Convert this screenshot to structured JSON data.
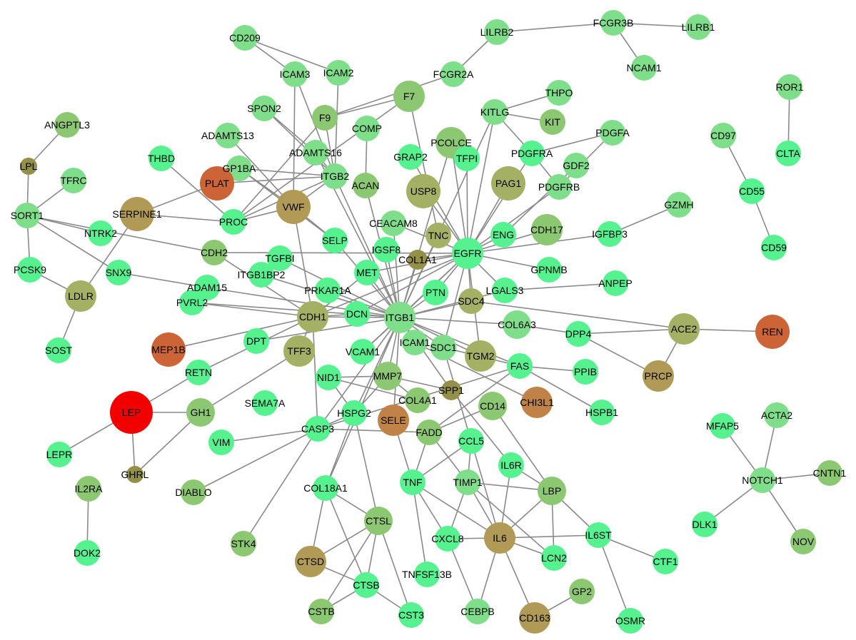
{
  "palette": {
    "bright": "#55f28f",
    "light": "#7ede8a",
    "mid": "#8cc872",
    "olive": "#a4b064",
    "khaki": "#b09a56",
    "brown": "#c08246",
    "rust": "#cc6438",
    "red": "#f20000",
    "dark": "#94904a",
    "edge": "#8a8a8a"
  },
  "nodes": [
    {
      "id": "CD209",
      "color": "light"
    },
    {
      "id": "ICAM3",
      "color": "light"
    },
    {
      "id": "ICAM2",
      "color": "light"
    },
    {
      "id": "LILRB2",
      "color": "light"
    },
    {
      "id": "FCGR3B",
      "color": "light"
    },
    {
      "id": "LILRB1",
      "color": "light"
    },
    {
      "id": "NCAM1",
      "color": "light"
    },
    {
      "id": "F7",
      "color": "mid"
    },
    {
      "id": "FCGR2A",
      "color": "light"
    },
    {
      "id": "THPO",
      "color": "light"
    },
    {
      "id": "KITLG",
      "color": "light"
    },
    {
      "id": "KIT",
      "color": "mid"
    },
    {
      "id": "ROR1",
      "color": "light"
    },
    {
      "id": "CLTA",
      "color": "bright"
    },
    {
      "id": "ANGPTL3",
      "color": "mid"
    },
    {
      "id": "SPON2",
      "color": "light"
    },
    {
      "id": "F9",
      "color": "mid"
    },
    {
      "id": "COMP",
      "color": "light"
    },
    {
      "id": "PCOLCE",
      "color": "mid"
    },
    {
      "id": "PDGFA",
      "color": "light"
    },
    {
      "id": "CD97",
      "color": "light"
    },
    {
      "id": "ADAMTS13",
      "color": "light"
    },
    {
      "id": "ADAMTS16",
      "color": "light"
    },
    {
      "id": "GRAP2",
      "color": "bright"
    },
    {
      "id": "TFPI",
      "color": "bright"
    },
    {
      "id": "PDGFRA",
      "color": "bright"
    },
    {
      "id": "GDF2",
      "color": "light"
    },
    {
      "id": "THBD",
      "color": "bright"
    },
    {
      "id": "LPL",
      "color": "dark"
    },
    {
      "id": "TFRC",
      "color": "light"
    },
    {
      "id": "GP1BA",
      "color": "light"
    },
    {
      "id": "PLAT",
      "color": "rust"
    },
    {
      "id": "ITGB2",
      "color": "light"
    },
    {
      "id": "ACAN",
      "color": "mid"
    },
    {
      "id": "USP8",
      "color": "olive"
    },
    {
      "id": "PAG1",
      "color": "olive"
    },
    {
      "id": "PDGFRB",
      "color": "light"
    },
    {
      "id": "CD55",
      "color": "bright"
    },
    {
      "id": "GZMH",
      "color": "light"
    },
    {
      "id": "SORT1",
      "color": "light"
    },
    {
      "id": "SERPINE1",
      "color": "khaki"
    },
    {
      "id": "PROC",
      "color": "bright"
    },
    {
      "id": "VWF",
      "color": "khaki"
    },
    {
      "id": "CEACAM8",
      "color": "light"
    },
    {
      "id": "TNC",
      "color": "olive"
    },
    {
      "id": "NTRK2",
      "color": "bright"
    },
    {
      "id": "SELP",
      "color": "bright"
    },
    {
      "id": "ENG",
      "color": "bright"
    },
    {
      "id": "CDH17",
      "color": "mid"
    },
    {
      "id": "IGFBP3",
      "color": "bright"
    },
    {
      "id": "EGFR",
      "color": "bright"
    },
    {
      "id": "CDH2",
      "color": "mid"
    },
    {
      "id": "TGFBI",
      "color": "bright"
    },
    {
      "id": "IGSF8",
      "color": "bright"
    },
    {
      "id": "COL1A1",
      "color": "dark"
    },
    {
      "id": "CD59",
      "color": "bright"
    },
    {
      "id": "PCSK9",
      "color": "bright"
    },
    {
      "id": "SNX9",
      "color": "bright"
    },
    {
      "id": "ITGB1BP2",
      "color": "bright"
    },
    {
      "id": "MET",
      "color": "bright"
    },
    {
      "id": "GPNMB",
      "color": "bright"
    },
    {
      "id": "ITGB1",
      "color": "light"
    },
    {
      "id": "ADAM15",
      "color": "bright"
    },
    {
      "id": "PRKAR1A",
      "color": "bright"
    },
    {
      "id": "LDLR",
      "color": "olive"
    },
    {
      "id": "ANPEP",
      "color": "bright"
    },
    {
      "id": "PTN",
      "color": "bright"
    },
    {
      "id": "LGALS3",
      "color": "bright"
    },
    {
      "id": "SDC4",
      "color": "olive"
    },
    {
      "id": "DCN",
      "color": "bright"
    },
    {
      "id": "CDH1",
      "color": "olive"
    },
    {
      "id": "PVRL2",
      "color": "bright"
    },
    {
      "id": "COL6A3",
      "color": "light"
    },
    {
      "id": "DPP4",
      "color": "bright"
    },
    {
      "id": "ACE2",
      "color": "olive"
    },
    {
      "id": "REN",
      "color": "rust"
    },
    {
      "id": "SOST",
      "color": "bright"
    },
    {
      "id": "MEP1B",
      "color": "rust"
    },
    {
      "id": "DPT",
      "color": "bright"
    },
    {
      "id": "TFF3",
      "color": "olive"
    },
    {
      "id": "VCAM1",
      "color": "bright"
    },
    {
      "id": "ICAM1",
      "color": "light"
    },
    {
      "id": "SDC1",
      "color": "light"
    },
    {
      "id": "TGM2",
      "color": "olive"
    },
    {
      "id": "FAS",
      "color": "bright"
    },
    {
      "id": "PPIB",
      "color": "bright"
    },
    {
      "id": "PRCP",
      "color": "khaki"
    },
    {
      "id": "RETN",
      "color": "bright"
    },
    {
      "id": "NID1",
      "color": "bright"
    },
    {
      "id": "MMP7",
      "color": "mid"
    },
    {
      "id": "SPP1",
      "color": "dark"
    },
    {
      "id": "CHI3L1",
      "color": "brown"
    },
    {
      "id": "CD14",
      "color": "mid"
    },
    {
      "id": "SEMA7A",
      "color": "bright"
    },
    {
      "id": "HSPG2",
      "color": "bright"
    },
    {
      "id": "SELE",
      "color": "brown"
    },
    {
      "id": "COL4A1",
      "color": "mid"
    },
    {
      "id": "HSPB1",
      "color": "bright"
    },
    {
      "id": "LEP",
      "color": "red"
    },
    {
      "id": "GH1",
      "color": "mid"
    },
    {
      "id": "CASP3",
      "color": "bright"
    },
    {
      "id": "FADD",
      "color": "mid"
    },
    {
      "id": "MFAP5",
      "color": "bright"
    },
    {
      "id": "ACTA2",
      "color": "light"
    },
    {
      "id": "VIM",
      "color": "bright"
    },
    {
      "id": "CCL5",
      "color": "bright"
    },
    {
      "id": "LEPR",
      "color": "bright"
    },
    {
      "id": "GHRL",
      "color": "dark"
    },
    {
      "id": "IL6R",
      "color": "bright"
    },
    {
      "id": "NOTCH1",
      "color": "light"
    },
    {
      "id": "CNTN1",
      "color": "mid"
    },
    {
      "id": "TNF",
      "color": "bright"
    },
    {
      "id": "TIMP1",
      "color": "light"
    },
    {
      "id": "LBP",
      "color": "mid"
    },
    {
      "id": "DIABLO",
      "color": "mid"
    },
    {
      "id": "COL18A1",
      "color": "bright"
    },
    {
      "id": "IL2RA",
      "color": "mid"
    },
    {
      "id": "CTSL",
      "color": "mid"
    },
    {
      "id": "DLK1",
      "color": "bright"
    },
    {
      "id": "CXCL8",
      "color": "bright"
    },
    {
      "id": "IL6",
      "color": "khaki"
    },
    {
      "id": "IL6ST",
      "color": "bright"
    },
    {
      "id": "LCN2",
      "color": "bright"
    },
    {
      "id": "NOV",
      "color": "mid"
    },
    {
      "id": "STK4",
      "color": "mid"
    },
    {
      "id": "CTSD",
      "color": "khaki"
    },
    {
      "id": "DOK2",
      "color": "bright"
    },
    {
      "id": "CTSB",
      "color": "bright"
    },
    {
      "id": "TNFSF13B",
      "color": "bright"
    },
    {
      "id": "CTF1",
      "color": "bright"
    },
    {
      "id": "GP2",
      "color": "mid"
    },
    {
      "id": "CSTB",
      "color": "mid"
    },
    {
      "id": "CST3",
      "color": "bright"
    },
    {
      "id": "CEBPB",
      "color": "light"
    },
    {
      "id": "CD163",
      "color": "khaki"
    },
    {
      "id": "OSMR",
      "color": "bright"
    }
  ],
  "edges": [
    [
      "CD209",
      "ICAM3"
    ],
    [
      "CD209",
      "ICAM2"
    ],
    [
      "ICAM3",
      "ITGB2"
    ],
    [
      "ICAM2",
      "ITGB2"
    ],
    [
      "ICAM3",
      "VWF"
    ],
    [
      "LILRB2",
      "FCGR3B"
    ],
    [
      "FCGR3B",
      "LILRB1"
    ],
    [
      "FCGR3B",
      "NCAM1"
    ],
    [
      "LILRB2",
      "FCGR2A"
    ],
    [
      "FCGR2A",
      "F9"
    ],
    [
      "F7",
      "F9"
    ],
    [
      "F7",
      "TNC"
    ],
    [
      "F7",
      "PROC"
    ],
    [
      "F9",
      "PROC"
    ],
    [
      "F9",
      "ITGB2"
    ],
    [
      "KITLG",
      "THPO"
    ],
    [
      "KITLG",
      "KIT"
    ],
    [
      "KITLG",
      "PDGFRA"
    ],
    [
      "KITLG",
      "EGFR"
    ],
    [
      "KITLG",
      "ITGB1"
    ],
    [
      "ROR1",
      "CLTA"
    ],
    [
      "CD97",
      "CD55"
    ],
    [
      "CD55",
      "CD59"
    ],
    [
      "ANGPTL3",
      "LPL"
    ],
    [
      "LPL",
      "SORT1"
    ],
    [
      "SORT1",
      "TFRC"
    ],
    [
      "SORT1",
      "NTRK2"
    ],
    [
      "SORT1",
      "PCSK9"
    ],
    [
      "SORT1",
      "SNX9"
    ],
    [
      "SORT1",
      "CDH2"
    ],
    [
      "SNX9",
      "ADAM15"
    ],
    [
      "PCSK9",
      "LDLR"
    ],
    [
      "LDLR",
      "SOST"
    ],
    [
      "LDLR",
      "SERPINE1"
    ],
    [
      "SPON2",
      "ADAMTS16"
    ],
    [
      "ADAMTS13",
      "VWF"
    ],
    [
      "ADAMTS16",
      "ITGB2"
    ],
    [
      "SPON2",
      "ITGB2"
    ],
    [
      "ADAMTS16",
      "ITGB1"
    ],
    [
      "COMP",
      "ACAN"
    ],
    [
      "GRAP2",
      "EGFR"
    ],
    [
      "TFPI",
      "EGFR"
    ],
    [
      "PDGFA",
      "PDGFRA"
    ],
    [
      "PDGFA",
      "PDGFRB"
    ],
    [
      "PDGFRA",
      "EGFR"
    ],
    [
      "PDGFRB",
      "EGFR"
    ],
    [
      "GDF2",
      "ENG"
    ],
    [
      "PDGFRA",
      "PDGFRB"
    ],
    [
      "PCOLCE",
      "EGFR"
    ],
    [
      "PCOLCE",
      "ITGB1"
    ],
    [
      "THBD",
      "PROC"
    ],
    [
      "PLAT",
      "SERPINE1"
    ],
    [
      "PLAT",
      "ITGB2"
    ],
    [
      "SERPINE1",
      "PROC"
    ],
    [
      "GP1BA",
      "VWF"
    ],
    [
      "GP1BA",
      "SELP"
    ],
    [
      "GP1BA",
      "ITGB2"
    ],
    [
      "VWF",
      "ITGB2"
    ],
    [
      "VWF",
      "SELP"
    ],
    [
      "VWF",
      "CDH1"
    ],
    [
      "PROC",
      "ITGB2"
    ],
    [
      "PROC",
      "VWF"
    ],
    [
      "USP8",
      "EGFR"
    ],
    [
      "PAG1",
      "EGFR"
    ],
    [
      "CDH17",
      "EGFR"
    ],
    [
      "ENG",
      "EGFR"
    ],
    [
      "IGFBP3",
      "EGFR"
    ],
    [
      "GZMH",
      "IGFBP3"
    ],
    [
      "GPNMB",
      "EGFR"
    ],
    [
      "CEACAM8",
      "EGFR"
    ],
    [
      "LGALS3",
      "ANPEP"
    ],
    [
      "LGALS3",
      "EGFR"
    ],
    [
      "LGALS3",
      "ITGB1"
    ],
    [
      "EGFR",
      "ITGB1"
    ],
    [
      "EGFR",
      "MET"
    ],
    [
      "EGFR",
      "CDH1"
    ],
    [
      "EGFR",
      "SDC4"
    ],
    [
      "EGFR",
      "PTN"
    ],
    [
      "EGFR",
      "COL1A1"
    ],
    [
      "EGFR",
      "DCN"
    ],
    [
      "EGFR",
      "CDH2"
    ],
    [
      "EGFR",
      "TGM2"
    ],
    [
      "EGFR",
      "SDC1"
    ],
    [
      "EGFR",
      "VCAM1"
    ],
    [
      "ITGB1",
      "ITGB2"
    ],
    [
      "ITGB1",
      "ACAN"
    ],
    [
      "ITGB1",
      "CEACAM8"
    ],
    [
      "ITGB1",
      "TNC"
    ],
    [
      "ITGB1",
      "IGSF8"
    ],
    [
      "ITGB1",
      "COL1A1"
    ],
    [
      "ITGB1",
      "MET"
    ],
    [
      "ITGB1",
      "DCN"
    ],
    [
      "ITGB1",
      "CDH1"
    ],
    [
      "ITGB1",
      "ICAM1"
    ],
    [
      "ITGB1",
      "VCAM1"
    ],
    [
      "ITGB1",
      "SDC1"
    ],
    [
      "ITGB1",
      "SDC4"
    ],
    [
      "ITGB1",
      "COL6A3"
    ],
    [
      "ITGB1",
      "TGM2"
    ],
    [
      "ITGB1",
      "MMP7"
    ],
    [
      "ITGB1",
      "HSPG2"
    ],
    [
      "ITGB1",
      "CASP3"
    ],
    [
      "ITGB1",
      "COL18A1"
    ],
    [
      "ITGB1",
      "SPP1"
    ],
    [
      "ITGB1",
      "PTN"
    ],
    [
      "ITGB1",
      "FAS"
    ],
    [
      "ITGB1",
      "ITGB1BP2"
    ],
    [
      "ITGB1",
      "PRKAR1A"
    ],
    [
      "ITGB1",
      "TGFBI"
    ],
    [
      "ITGB1",
      "ADAM15"
    ],
    [
      "ITGB1",
      "PVRL2"
    ],
    [
      "ITGB1",
      "SELP"
    ],
    [
      "ITGB1",
      "SELE"
    ],
    [
      "ITGB1",
      "DPT"
    ],
    [
      "CDH1",
      "PVRL2"
    ],
    [
      "CDH1",
      "MEP1B"
    ],
    [
      "CDH1",
      "CDH2"
    ],
    [
      "CDH1",
      "TFF3"
    ],
    [
      "CDH1",
      "CASP3"
    ],
    [
      "CDH1",
      "DCN"
    ],
    [
      "CDH1",
      "MET"
    ],
    [
      "COL6A3",
      "DPP4"
    ],
    [
      "DPP4",
      "ACE2"
    ],
    [
      "SDC4",
      "ACE2"
    ],
    [
      "ACE2",
      "REN"
    ],
    [
      "ACE2",
      "PRCP"
    ],
    [
      "DPP4",
      "PRCP"
    ],
    [
      "FAS",
      "PPIB"
    ],
    [
      "FAS",
      "HSPB1"
    ],
    [
      "FAS",
      "FADD"
    ],
    [
      "SDC1",
      "FAS"
    ],
    [
      "FAS",
      "CASP3"
    ],
    [
      "LEP",
      "GH1"
    ],
    [
      "LEP",
      "GHRL"
    ],
    [
      "LEP",
      "LEPR"
    ],
    [
      "LEP",
      "RETN"
    ],
    [
      "RETN",
      "CDH1"
    ],
    [
      "GH1",
      "GHRL"
    ],
    [
      "GH1",
      "TFF3"
    ],
    [
      "IL2RA",
      "DOK2"
    ],
    [
      "MFAP5",
      "NOTCH1"
    ],
    [
      "ACTA2",
      "NOTCH1"
    ],
    [
      "CNTN1",
      "NOTCH1"
    ],
    [
      "DLK1",
      "NOTCH1"
    ],
    [
      "NOV",
      "NOTCH1"
    ],
    [
      "CASP3",
      "VIM"
    ],
    [
      "CASP3",
      "DIABLO"
    ],
    [
      "CASP3",
      "FADD"
    ],
    [
      "CASP3",
      "STK4"
    ],
    [
      "CASP3",
      "HSPG2"
    ],
    [
      "NID1",
      "HSPG2"
    ],
    [
      "NID1",
      "MMP7"
    ],
    [
      "NID1",
      "COL4A1"
    ],
    [
      "HSPG2",
      "CTSL"
    ],
    [
      "HSPG2",
      "COL18A1"
    ],
    [
      "HSPG2",
      "MMP7"
    ],
    [
      "SELE",
      "TNF"
    ],
    [
      "FADD",
      "TNF"
    ],
    [
      "FADD",
      "TIMP1"
    ],
    [
      "FADD",
      "CD14"
    ],
    [
      "CCL5",
      "TNF"
    ],
    [
      "CCL5",
      "TIMP1"
    ],
    [
      "CCL5",
      "IL6"
    ],
    [
      "CCL5",
      "SDC1"
    ],
    [
      "TNF",
      "CXCL8"
    ],
    [
      "TNF",
      "IL6"
    ],
    [
      "TNF",
      "TNFSF13B"
    ],
    [
      "TIMP1",
      "CXCL8"
    ],
    [
      "TIMP1",
      "IL6"
    ],
    [
      "TIMP1",
      "LBP"
    ],
    [
      "TIMP1",
      "LCN2"
    ],
    [
      "IL6R",
      "IL6"
    ],
    [
      "IL6R",
      "LBP"
    ],
    [
      "IL6R",
      "SPP1"
    ],
    [
      "LBP",
      "IL6"
    ],
    [
      "LBP",
      "LCN2"
    ],
    [
      "LBP",
      "CD14"
    ],
    [
      "LBP",
      "IL6ST"
    ],
    [
      "IL6",
      "IL6ST"
    ],
    [
      "IL6",
      "LCN2"
    ],
    [
      "IL6",
      "CEBPB"
    ],
    [
      "IL6",
      "CD163"
    ],
    [
      "CXCL8",
      "IL6"
    ],
    [
      "CXCL8",
      "CEBPB"
    ],
    [
      "CD163",
      "GP2"
    ],
    [
      "IL6ST",
      "CTF1"
    ],
    [
      "IL6ST",
      "OSMR"
    ],
    [
      "ICAM1",
      "CHI3L1"
    ],
    [
      "MMP7",
      "SPP1"
    ],
    [
      "MMP7",
      "COL4A1"
    ],
    [
      "COL18A1",
      "CTSL"
    ],
    [
      "COL18A1",
      "CTSB"
    ],
    [
      "COL18A1",
      "CTSD"
    ],
    [
      "CTSL",
      "CTSD"
    ],
    [
      "CTSL",
      "CTSB"
    ],
    [
      "CTSL",
      "CSTB"
    ],
    [
      "CTSL",
      "CST3"
    ],
    [
      "CTSD",
      "CTSB"
    ],
    [
      "CTSB",
      "CSTB"
    ],
    [
      "CTSB",
      "CST3"
    ]
  ]
}
